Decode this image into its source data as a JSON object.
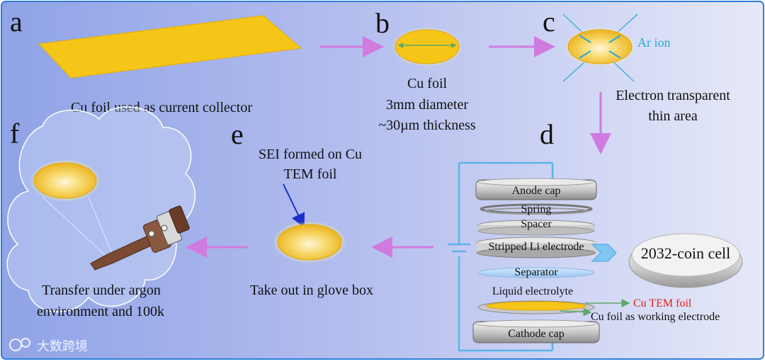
{
  "panels": {
    "a": "a",
    "b": "b",
    "c": "c",
    "d": "d",
    "e": "e",
    "f": "f"
  },
  "captions": {
    "a": "Cu foil used as current collector",
    "b": [
      "Cu foil",
      "3mm diameter",
      "~30µm thickness"
    ],
    "c_ion": "Ar ion",
    "c": [
      "Electron transparent",
      "thin area"
    ],
    "e_title": [
      "SEI formed on Cu",
      "TEM foil"
    ],
    "e": "Take out in glove box",
    "f": [
      "Transfer under argon",
      "environment  and 100k"
    ]
  },
  "cell": {
    "anode_cap": "Anode cap",
    "spring": "Spring",
    "spacer": "Spacer",
    "li_electrode": "Stripped Li electrode",
    "separator": "Separator",
    "electrolyte": "Liquid electrolyte",
    "cathode_cap": "Cathode cap",
    "coin_cell": "2032-coin cell",
    "cu_tem_foil": "Cu TEM foil",
    "cu_working": "Cu foil as working  electrode"
  },
  "watermark": "大数跨境",
  "colors": {
    "foil": "#f5c518",
    "arrow": "#d07be0",
    "ion": "#2aa8d8",
    "wire": "#5ab4e8",
    "red_text": "#e0201c"
  }
}
